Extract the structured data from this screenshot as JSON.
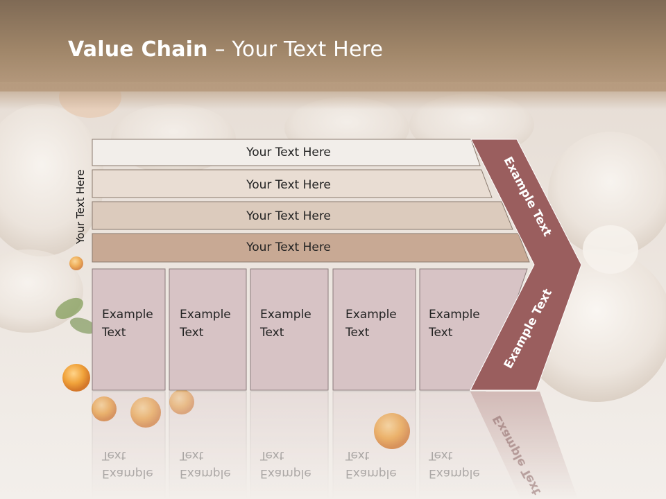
{
  "title": {
    "bold": "Value Chain",
    "rest": " – Your Text Here"
  },
  "side_label": "Your Text Here",
  "rows": [
    {
      "label": "Your Text Here",
      "color": "#f2eeea"
    },
    {
      "label": "Your Text Here",
      "color": "#e9ddd3"
    },
    {
      "label": "Your Text Here",
      "color": "#dccbbd"
    },
    {
      "label": "Your Text Here",
      "color": "#c8a994"
    }
  ],
  "boxes": [
    {
      "line1": "Example",
      "line2": "Text"
    },
    {
      "line1": "Example",
      "line2": "Text"
    },
    {
      "line1": "Example",
      "line2": "Text"
    },
    {
      "line1": "Example",
      "line2": "Text"
    },
    {
      "line1": "Example",
      "line2": "Text"
    }
  ],
  "arrow": {
    "upper": "Example Text",
    "lower": "Example Text",
    "color": "#9a5e5e"
  },
  "colors": {
    "box_fill": "#d7c3c5",
    "box_stroke": "#8a7a7a"
  }
}
